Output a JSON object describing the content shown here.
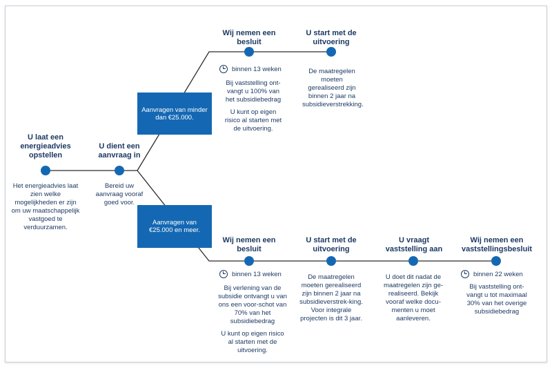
{
  "steps": {
    "energy": {
      "title": "U laat een energieadvies opstellen",
      "text": "Het energieadvies laat zien welke mogelijkheden er zijn om uw maatschappelijk vastgoed te verduurzamen."
    },
    "apply": {
      "title": "U dient een aanvraag in",
      "text": "Bereid uw aanvraag vooraf goed voor."
    }
  },
  "boxes": {
    "small": "Aanvragen van minder dan €25.000.",
    "large": "Aanvragen van €25.000 en meer."
  },
  "upper": {
    "decision": {
      "title": "Wij nemen een besluit",
      "timing": "binnen 13 weken",
      "text1": "Bij vaststelling ont-vangt u 100% van het subsidiebedrag",
      "text2": "U kunt op eigen risico al starten met de uitvoering."
    },
    "start": {
      "title": "U start met de uitvoering",
      "text": "De maatregelen moeten gerealiseerd zijn binnen 2 jaar na subsidieverstrekking."
    }
  },
  "lower": {
    "decision": {
      "title": "Wij nemen een besluit",
      "timing": "binnen 13 weken",
      "text1": "Bij verlening van de subsidie ontvangt u van ons een voor-schot van 70% van het subsidiebedrag",
      "text2": "U kunt op eigen risico al starten met de uitvoering."
    },
    "start": {
      "title": "U start met de uitvoering",
      "text": "De maatregelen moeten gerealiseerd zijn binnen 2 jaar na subsidieverstrek-king. Voor integrale projecten is dit 3 jaar."
    },
    "request": {
      "title": "U vraagt vaststelling aan",
      "text": "U doet dit nadat de maatregelen zijn ge-realiseerd. Bekijk vooraf welke docu-menten u moet aanleveren."
    },
    "final": {
      "title": "Wij nemen een vaststellingsbesluit",
      "timing": "binnen 22 weken",
      "text": "Bij vaststelling ont-vangt u tot maximaal 30% van het overige subsidiebedrag"
    }
  },
  "colors": {
    "accent": "#1468b3",
    "text": "#1d3a63",
    "line": "#2b2b2b"
  },
  "icons": {
    "timing": "clock-icon"
  }
}
